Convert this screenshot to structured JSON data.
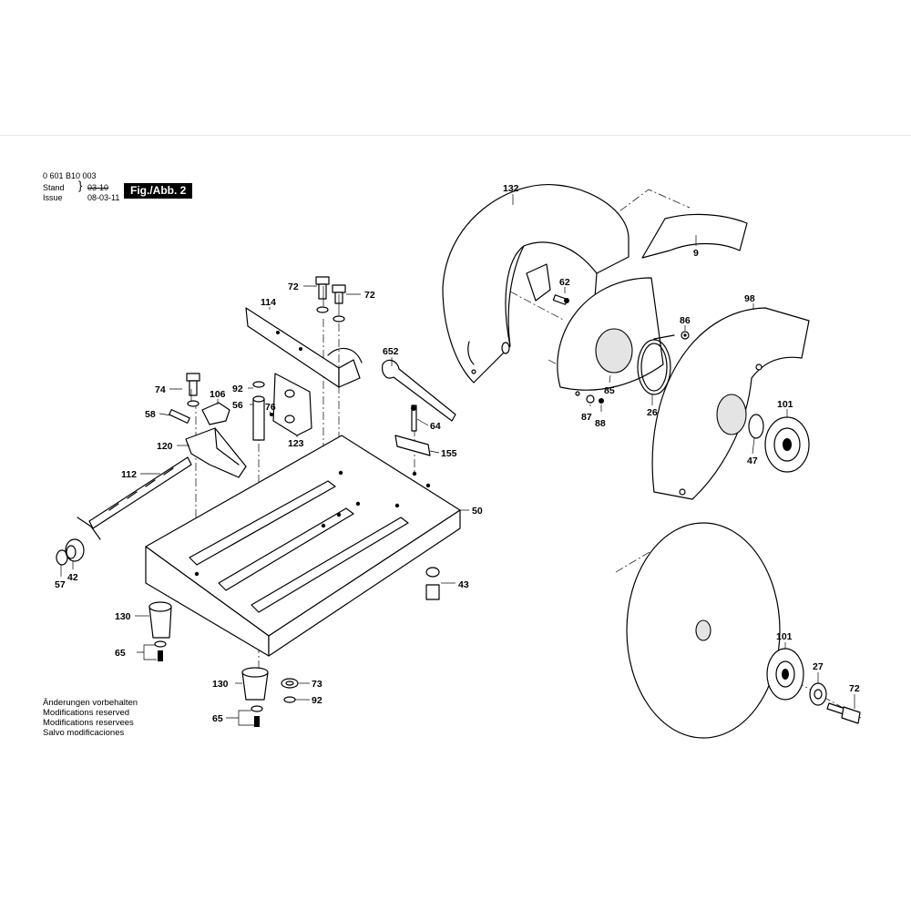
{
  "header": {
    "doc_number": "0 601 B10 003",
    "stand_label": "Stand",
    "stand_value": "03-10",
    "issue_label": "Issue",
    "issue_value": "08-03-11",
    "figure_label": "Fig./Abb. 2"
  },
  "notes": [
    "Änderungen vorbehalten",
    "Modifications reserved",
    "Modifications reservees",
    "Salvo modificaciones"
  ],
  "part_labels": {
    "p132": "132",
    "p9": "9",
    "p62": "62",
    "p86": "86",
    "p98": "98",
    "p72a": "72",
    "p72b": "72",
    "p114": "114",
    "p652": "652",
    "p74": "74",
    "p92a": "92",
    "p106": "106",
    "p56": "56",
    "p58": "58",
    "p76": "76",
    "p64": "64",
    "p120": "120",
    "p123": "123",
    "p155": "155",
    "p85": "85",
    "p26": "26",
    "p87": "87",
    "p88": "88",
    "p101a": "101",
    "p47": "47",
    "p112": "112",
    "p50": "50",
    "p43": "43",
    "p57": "57",
    "p42": "42",
    "p130a": "130",
    "p65a": "65",
    "p130b": "130",
    "p73": "73",
    "p92b": "92",
    "p65b": "65",
    "p101b": "101",
    "p27": "27",
    "p72c": "72"
  }
}
